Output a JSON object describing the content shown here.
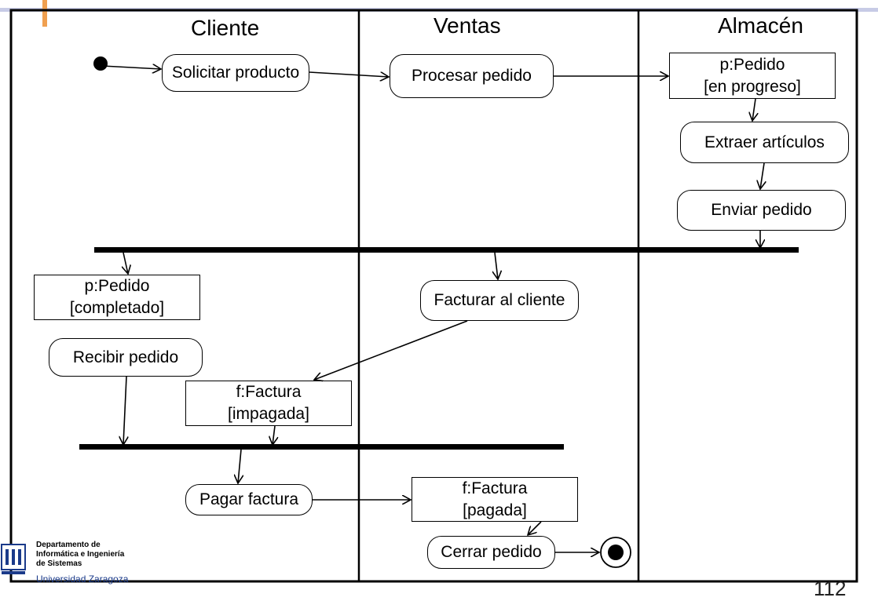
{
  "lanes": [
    "Cliente",
    "Ventas",
    "Almacén"
  ],
  "actions": {
    "solicitar": "Solicitar producto",
    "procesar": "Procesar pedido",
    "extraer": "Extraer artículos",
    "enviar": "Enviar pedido",
    "facturar": "Facturar al cliente",
    "recibir": "Recibir pedido",
    "pagar": "Pagar factura",
    "cerrar": "Cerrar pedido"
  },
  "objects": {
    "pedido_progreso": {
      "name": "p:Pedido",
      "state": "[en progreso]"
    },
    "pedido_completado": {
      "name": "p:Pedido",
      "state": "[completado]"
    },
    "factura_impagada": {
      "name": "f:Factura",
      "state": "[impagada]"
    },
    "factura_pagada": {
      "name": "f:Factura",
      "state": "[pagada]"
    }
  },
  "footer": {
    "dept_line1": "Departamento de",
    "dept_line2": "Informática e Ingeniería",
    "dept_line3": "de Sistemas",
    "university": "Universidad Zaragoza",
    "page_number": "112"
  }
}
